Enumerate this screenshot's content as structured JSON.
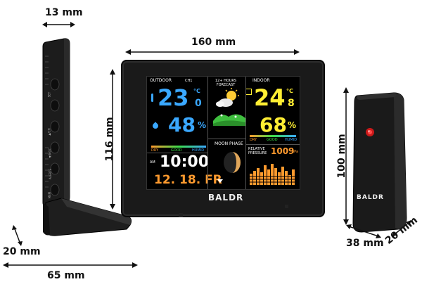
{
  "dimensions": {
    "side_thickness": "13 mm",
    "side_base_depth": "20 mm",
    "side_base_width": "65 mm",
    "main_width": "160 mm",
    "main_height": "116 mm",
    "sensor_height": "100 mm",
    "sensor_width": "38 mm",
    "sensor_depth": "20 mm"
  },
  "station": {
    "brand": "BALDR",
    "outdoor_label": "OUTDOOR",
    "indoor_label": "INDOOR",
    "channel": "CH1",
    "forecast_label": "12+ HOURS FORECAST",
    "moon_label": "MOON PHASE",
    "outdoor_temp": "23",
    "outdoor_temp_dec": "0",
    "outdoor_humidity": "48",
    "indoor_temp": "24",
    "indoor_temp_dec": "8",
    "indoor_humidity": "68",
    "comfort_dry": "DRY",
    "comfort_good": "GOOD",
    "comfort_humid": "HUMID",
    "time": "10:00",
    "ampm": "AM",
    "date": "12. 18. FR",
    "pressure_label": "RELATIVE PRESSURE",
    "pressure": "1009",
    "pressure_unit": "hPa",
    "temp_unit": "°C",
    "percent": "%"
  },
  "side_buttons": [
    "SET",
    "ALERTS",
    "▲/CH",
    "▼/MOC",
    "ALERTS",
    "MEM"
  ],
  "sensor": {
    "brand": "BALDR"
  }
}
